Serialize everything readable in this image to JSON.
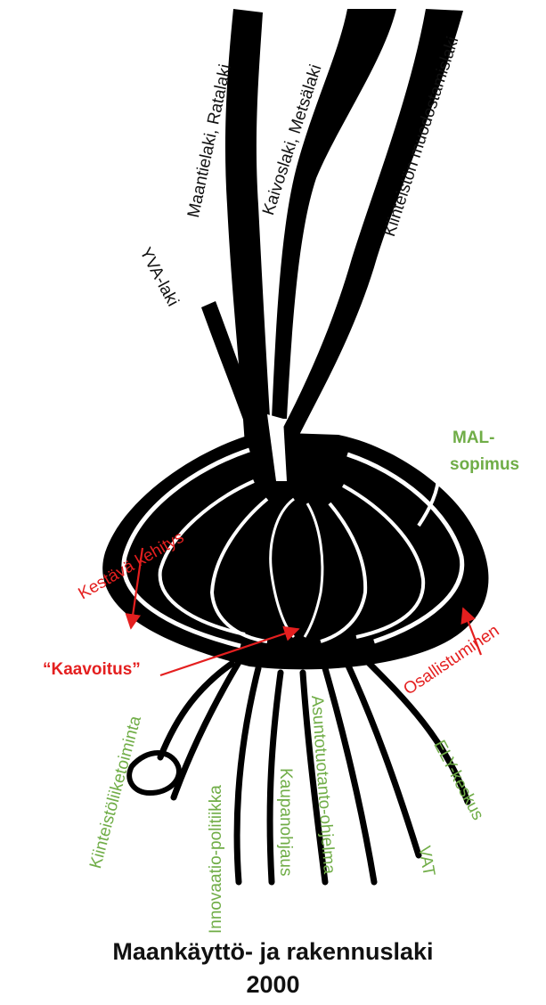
{
  "colors": {
    "ink": "#000000",
    "law_label": "#111111",
    "green_label": "#70ad47",
    "red_label": "#e41f1f",
    "background": "#ffffff"
  },
  "stems": [
    {
      "label": "YVA-laki"
    },
    {
      "label": "Maantielaki, Ratalaki"
    },
    {
      "label": "Kaivoslaki, Metsälaki"
    },
    {
      "label": "Kiinteistön muodostamislaki"
    }
  ],
  "red_labels": {
    "sustainable": "Kestävä kehitys",
    "planning": "“Kaavoitus”",
    "participation": "Osallistuminen"
  },
  "green_labels": {
    "mal_line1": "MAL-",
    "mal_line2": "sopimus",
    "roots": [
      "Kiinteistöliiketoiminta",
      "Innovaatio-politiikka",
      "Kaupanohjaus",
      "Asuntotuotanto-ohjelma",
      "VAT",
      "ELY-keskus"
    ]
  },
  "title": {
    "line1": "Maankäyttö- ja rakennuslaki",
    "line2": "2000"
  }
}
